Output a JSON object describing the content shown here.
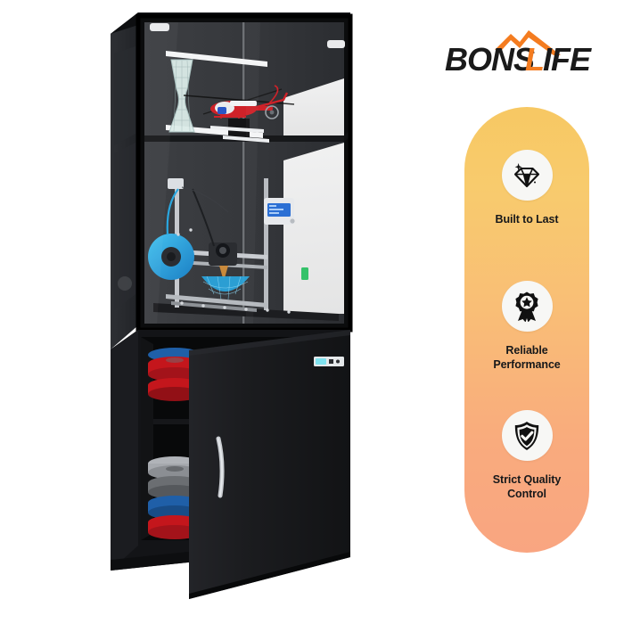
{
  "background_color": "#ffffff",
  "brand": {
    "name": "BONSLIFE",
    "text_part_1": "BONS",
    "text_part_2": "L",
    "text_part_3": "IFE",
    "part_1_color": "#1a1a1a",
    "part_2_color": "#f47c20",
    "part_3_color": "#1a1a1a",
    "mountain_icon_color": "#f47c20",
    "mountain_icon_name": "mountain-peak-icon"
  },
  "feature_panel": {
    "gradient_top_color": "#f7c863",
    "gradient_bottom_color": "#f9a581",
    "shape": "pill",
    "icon_circle_color": "#f7f7f5",
    "items": [
      {
        "icon": "diamond-icon",
        "label": "Built to Last"
      },
      {
        "icon": "award-ribbon-icon",
        "label": "Reliable\nPerformance"
      },
      {
        "icon": "shield-check-icon",
        "label": "Strict Quality\nControl"
      }
    ]
  },
  "product": {
    "name": "enclosed-3d-printer-cabinet",
    "body_color": "#161719",
    "frame_color": "#0c0c0e",
    "glass_color": "#3a3c40",
    "enclosure": {
      "led_strip_color": "#ffffff",
      "printed_models": [
        {
          "name": "mesh-tower-model",
          "color": "#d9ece9"
        },
        {
          "name": "helicopter-model",
          "color": "#cf2229"
        },
        {
          "name": "printed-bowl-model",
          "color": "#2aa7e0"
        }
      ],
      "printer": {
        "filament_spool_color": "#2aa7e0",
        "lcd_screen_color": "#2b6fd4",
        "rail_color": "#c8cbd0"
      }
    },
    "cabinet": {
      "door_state": "open",
      "handle_color": "#c9ccd1",
      "control_panel_color": "#7fe2ef",
      "spool_colors": [
        "#c4161c",
        "#1f5fa8",
        "#5f6368",
        "#18b8a4",
        "#e08524",
        "#e8c420",
        "#b0b3b8"
      ]
    }
  }
}
